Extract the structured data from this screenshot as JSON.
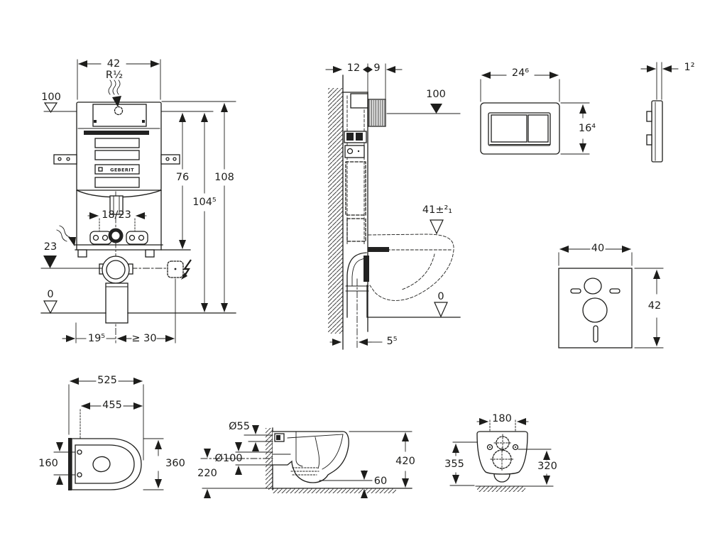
{
  "meta": {
    "background": "#ffffff",
    "line_color": "#1d1d1b",
    "accent_dark": "#222222"
  },
  "views": {
    "frame_front": {
      "logo": "GEBERIT",
      "dims": {
        "frame_width": "42",
        "supply_thread": "R½",
        "supply_level": "100",
        "outlet_height": "76",
        "frame_height": "108",
        "supply_height": "104⁵",
        "bolt_spacing": "18/23",
        "outlet_level": "23",
        "floor_level": "0",
        "outlet_offset": "19⁵",
        "min_clearance": "≥ 30"
      }
    },
    "frame_side": {
      "dims": {
        "frame_depth": "12",
        "box_depth": "9",
        "supply_level": "100",
        "pan_top_level": "41±²₁",
        "floor_level": "0",
        "outlet_offset": "5⁵"
      }
    },
    "flush_plate_front": {
      "dims": {
        "width": "24⁶",
        "height": "16⁴"
      }
    },
    "flush_plate_side": {
      "dims": {
        "thickness": "1²"
      }
    },
    "sound_mat": {
      "dims": {
        "width": "40",
        "height": "42"
      }
    },
    "pan_top": {
      "dims": {
        "length": "525",
        "fixing_length": "455",
        "hole_spacing": "160",
        "width": "360"
      }
    },
    "pan_side": {
      "dims": {
        "inlet_diameter": "Ø55",
        "outlet_diameter": "Ø100",
        "outlet_height": "220",
        "rim_height": "420",
        "clearance": "60"
      }
    },
    "pan_rear": {
      "dims": {
        "hole_spacing": "180",
        "height_back": "355",
        "height_front": "320"
      }
    }
  }
}
